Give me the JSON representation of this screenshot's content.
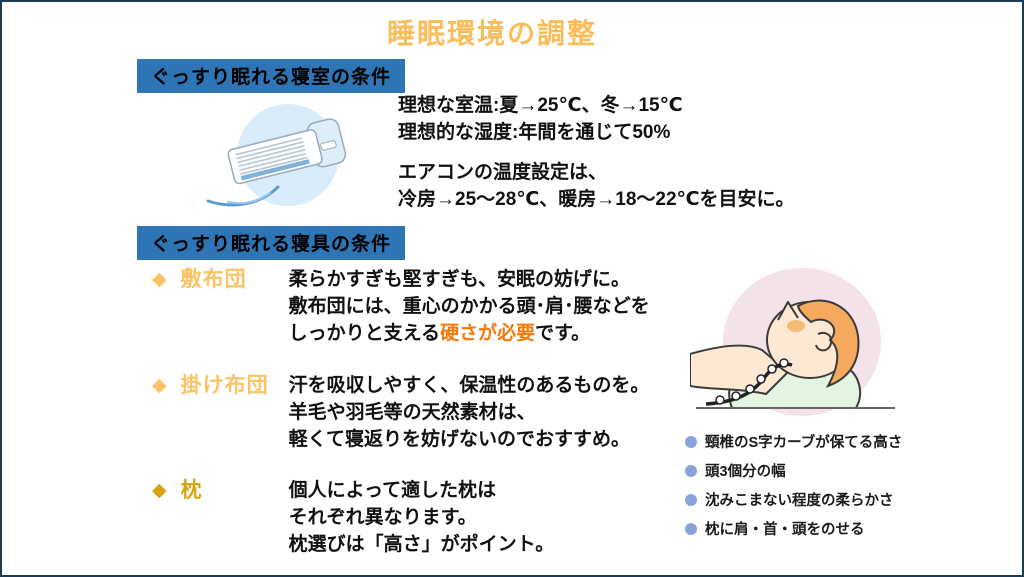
{
  "slide": {
    "title": "睡眠環境の調整"
  },
  "colors": {
    "title_orange": "#fbbd59",
    "header_blue": "#2e75b6",
    "diamond_light": "#fac365",
    "diamond_dark": "#d7a414",
    "highlight_orange": "#f7790b",
    "point_dot_blue": "#8aa4db",
    "slide_border_navy": "#1e3a56"
  },
  "section_bedroom": {
    "header": "ぐっすり眠れる寝室の条件",
    "illustration": "air-conditioner-icon",
    "temp_line": "理想な室温:夏→25℃、冬→15℃",
    "humidity_line": "理想的な湿度:年間を通じて50%",
    "aircon_line1": "エアコンの温度設定は、",
    "aircon_line2": "冷房→25～28℃、暖房→18～22℃を目安に。"
  },
  "section_bedding": {
    "header": "ぐっすり眠れる寝具の条件",
    "illustration": "head-on-pillow-icon",
    "items": [
      {
        "label": "敷布団",
        "line1": "柔らかすぎも堅すぎも、安眠の妨げに。",
        "line2": "敷布団には、重心のかかる頭･肩･腰などを",
        "line3_prefix": "しっかりと支える",
        "line3_highlight": "硬さが必要",
        "line3_suffix": "です。"
      },
      {
        "label": "掛け布団",
        "line1": "汗を吸収しやすく、保温性のあるものを。",
        "line2": "羊毛や羽毛等の天然素材は、",
        "line3": "軽くて寝返りを妨げないのでおすすめ。"
      },
      {
        "label": "枕",
        "line1": "個人によって適した枕は",
        "line2": "それぞれ異なります。",
        "line3": "枕選びは「高さ」がポイント。"
      }
    ],
    "pillow_points": [
      "頸椎のS字カーブが保てる高さ",
      "頭3個分の幅",
      "沈みこまない程度の柔らかさ",
      "枕に肩・首・頭をのせる"
    ]
  }
}
